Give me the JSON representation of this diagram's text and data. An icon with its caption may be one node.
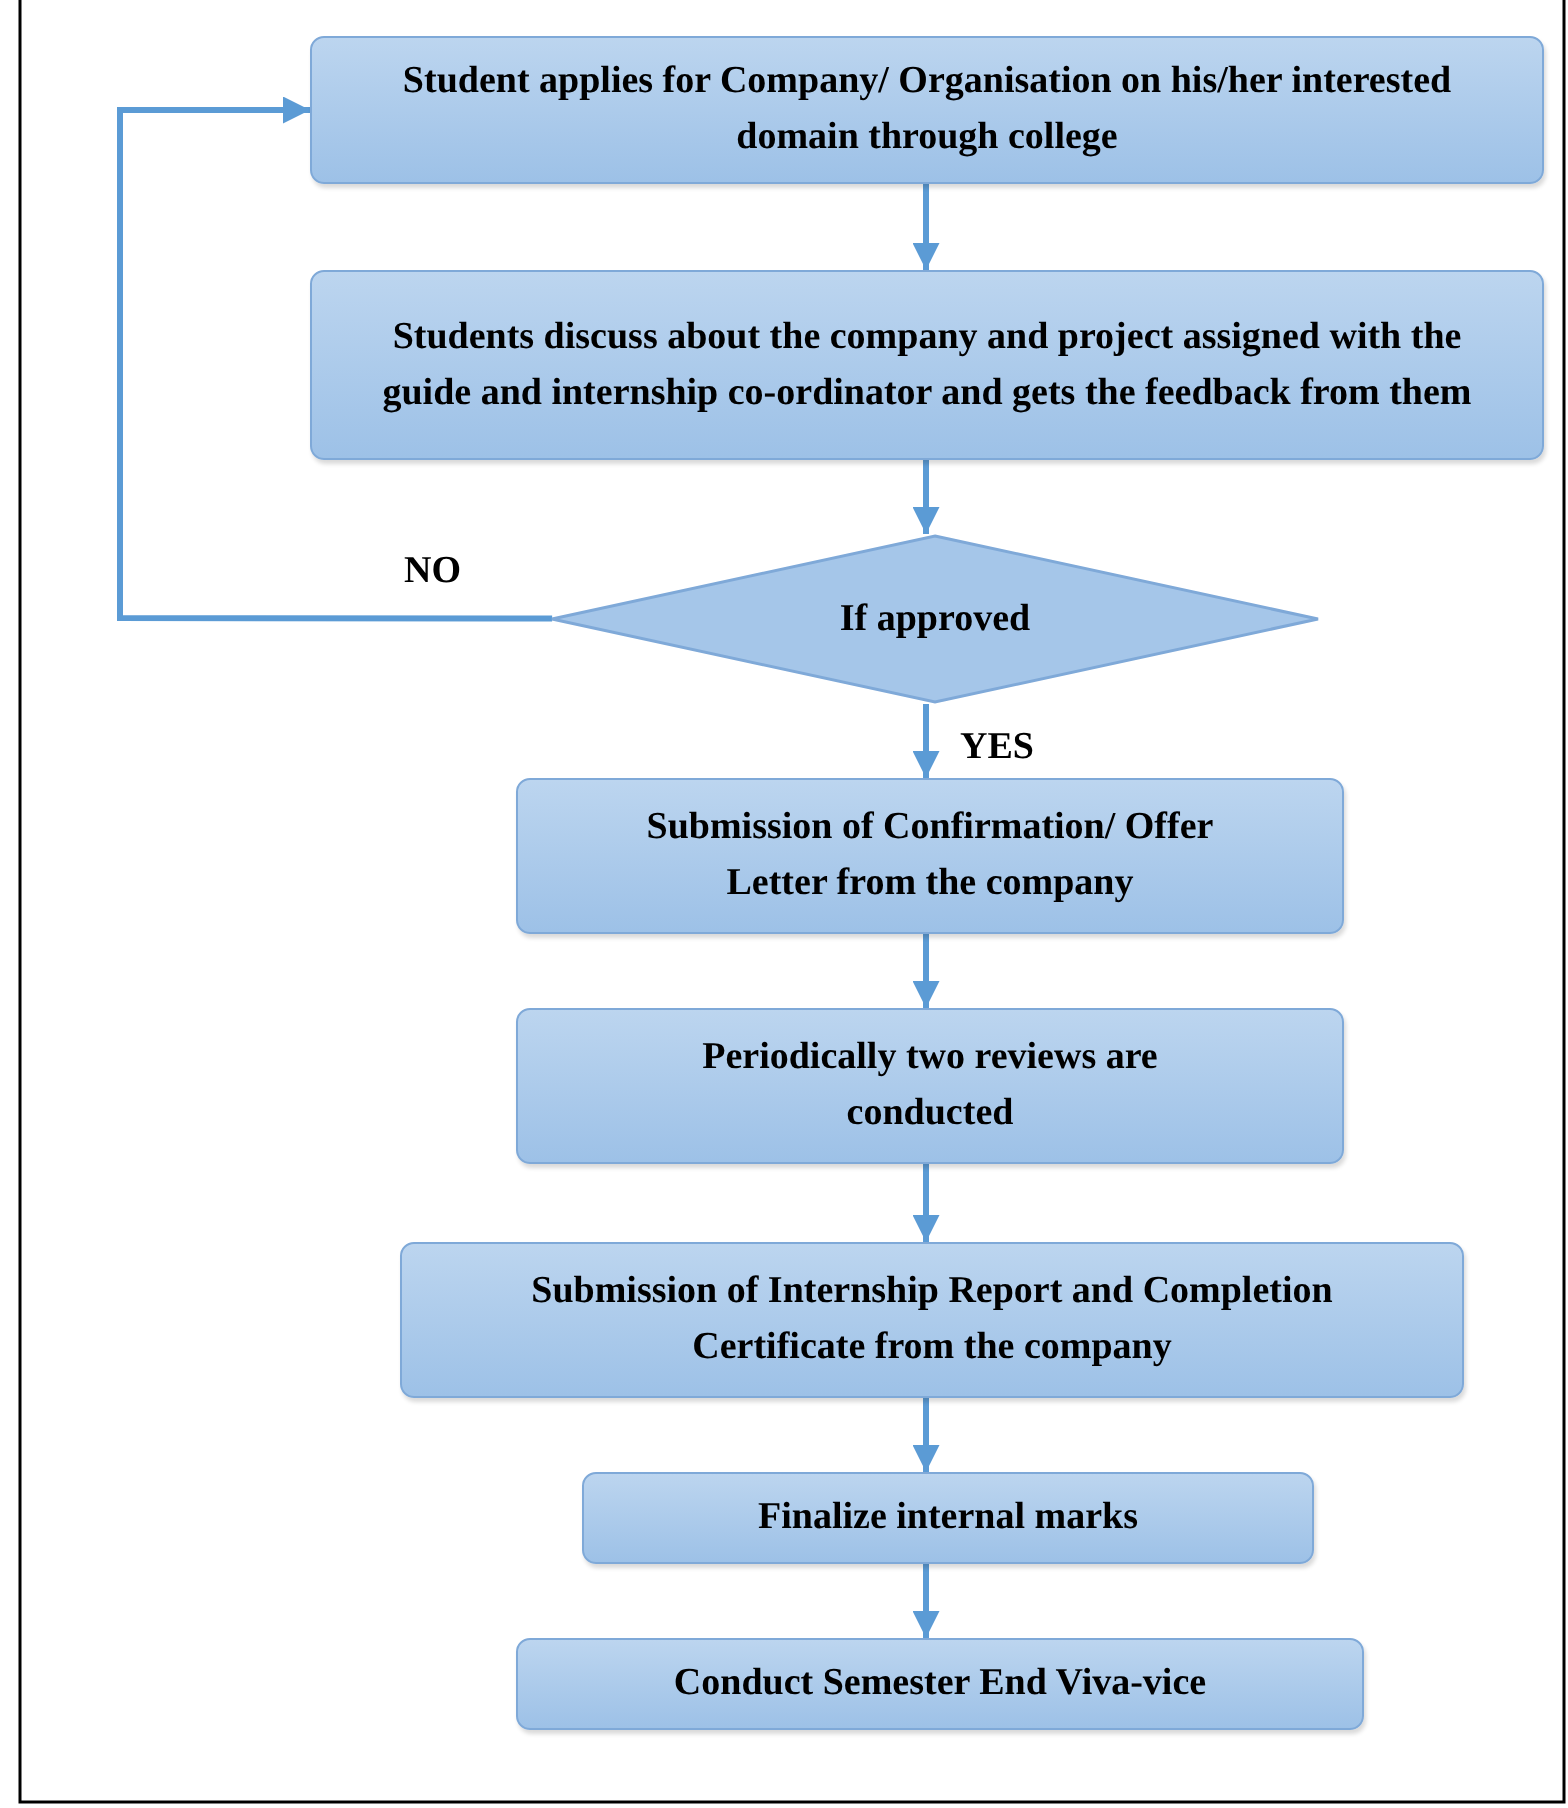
{
  "diagram": {
    "nodes": [
      {
        "text": [
          "Student applies for Company/ Organisation on his/her interested domain through college"
        ]
      },
      {
        "text": [
          "Students discuss about the company and project assigned with the guide and internship co-ordinator and gets the feedback from them"
        ]
      },
      {
        "text": [
          "If approved"
        ]
      },
      {
        "text": [
          "Submission of Confirmation/ Offer Letter from the company"
        ]
      },
      {
        "text": [
          "Periodically two reviews are conducted"
        ]
      },
      {
        "text": [
          "Submission of Internship Report and Completion Certificate from the company"
        ]
      },
      {
        "text": [
          "Finalize internal marks"
        ]
      },
      {
        "text": [
          "Conduct Semester End Viva-vice"
        ]
      }
    ],
    "edges": [
      {
        "from": 0,
        "to": 1,
        "arrow": "to"
      },
      {
        "from": 1,
        "to": 2,
        "arrow": "to"
      },
      {
        "from": 2,
        "to": 3,
        "arrow": "to",
        "label": "YES"
      },
      {
        "from": 3,
        "to": 4,
        "arrow": "to"
      },
      {
        "from": 4,
        "to": 5,
        "arrow": "to"
      },
      {
        "from": 5,
        "to": 6,
        "arrow": "to"
      },
      {
        "from": 6,
        "to": 7,
        "arrow": "to"
      },
      {
        "from": 2,
        "to": 0,
        "arrow": "to",
        "label": "NO"
      }
    ]
  }
}
